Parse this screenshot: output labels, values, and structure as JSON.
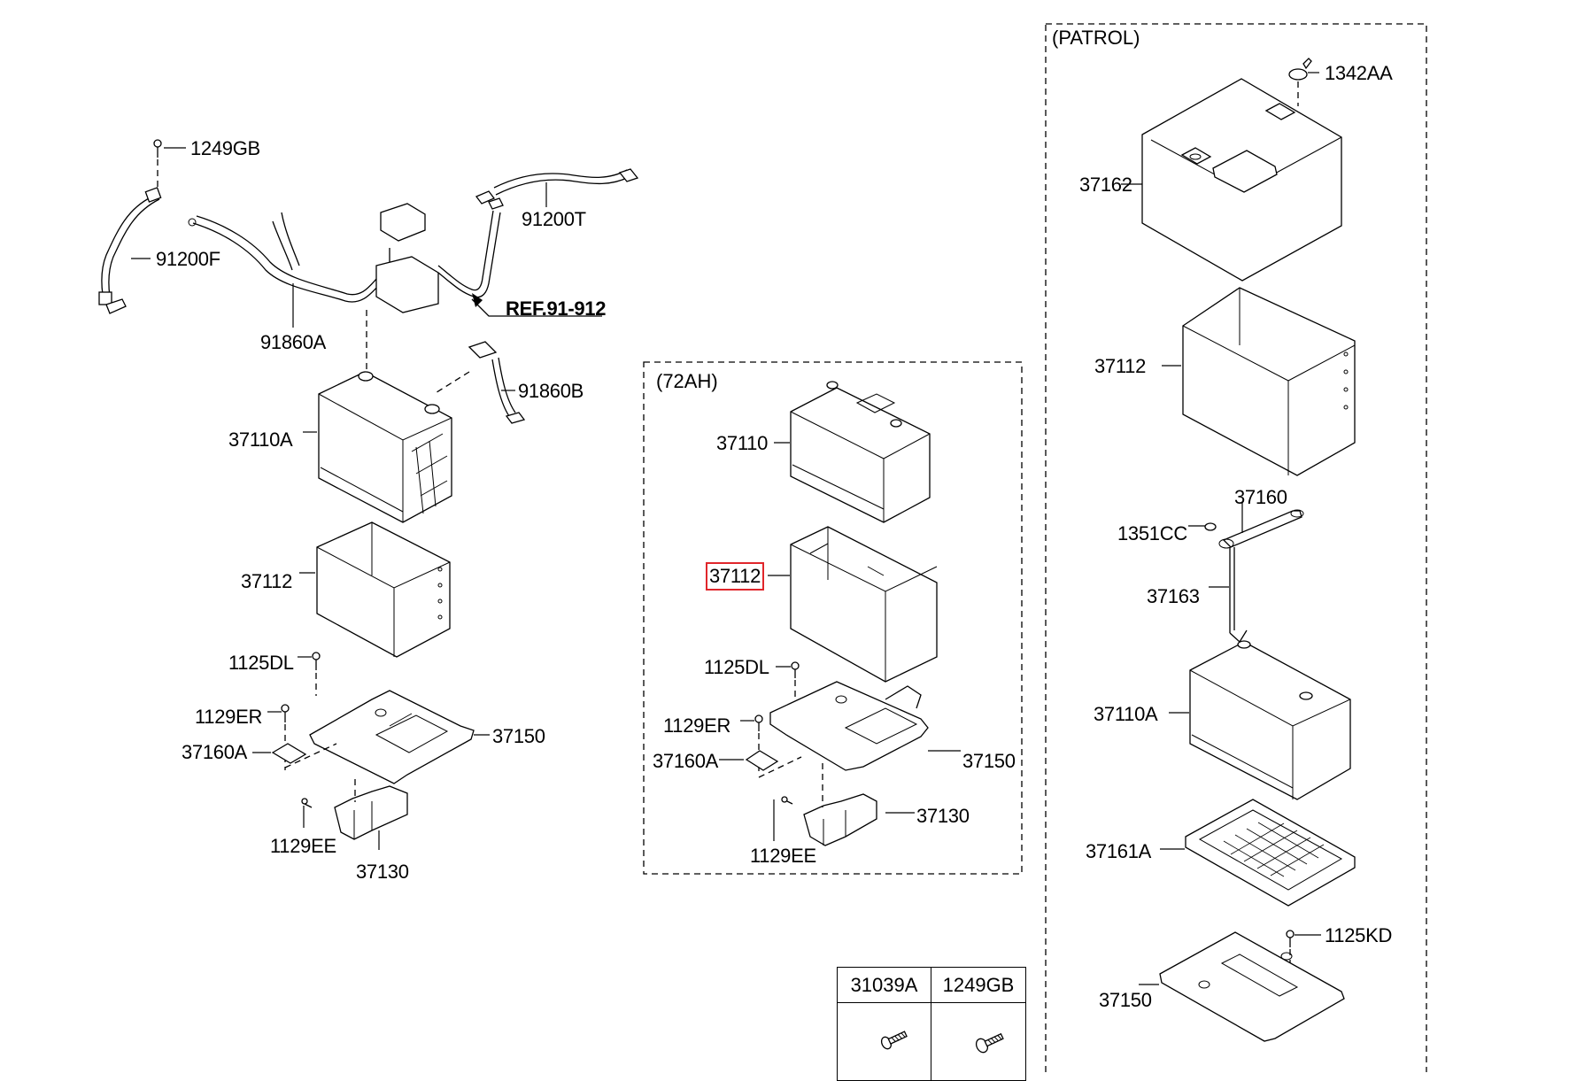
{
  "diagram": {
    "title": "Battery & Cable Assembly (exploded view)",
    "reference": "REF.91-912",
    "highlight_color": "#e0262b",
    "groups": [
      {
        "id": "main",
        "title": "",
        "labels": [
          {
            "code": "1249GB"
          },
          {
            "code": "91200F"
          },
          {
            "code": "91200T"
          },
          {
            "code": "91860A"
          },
          {
            "code": "REF.91-912"
          },
          {
            "code": "91860B"
          },
          {
            "code": "37110A"
          },
          {
            "code": "37112"
          },
          {
            "code": "1125DL"
          },
          {
            "code": "1129ER"
          },
          {
            "code": "37160A"
          },
          {
            "code": "37150"
          },
          {
            "code": "1129EE"
          },
          {
            "code": "37130"
          }
        ]
      },
      {
        "id": "72ah",
        "title": "(72AH)",
        "labels": [
          {
            "code": "37110"
          },
          {
            "code": "37112",
            "highlighted": true
          },
          {
            "code": "1125DL"
          },
          {
            "code": "1129ER"
          },
          {
            "code": "37160A"
          },
          {
            "code": "37150"
          },
          {
            "code": "37130"
          },
          {
            "code": "1129EE"
          }
        ]
      },
      {
        "id": "patrol",
        "title": "(PATROL)",
        "labels": [
          {
            "code": "1342AA"
          },
          {
            "code": "37162"
          },
          {
            "code": "37112"
          },
          {
            "code": "37160"
          },
          {
            "code": "1351CC"
          },
          {
            "code": "37163"
          },
          {
            "code": "37110A"
          },
          {
            "code": "37161A"
          },
          {
            "code": "1125KD"
          },
          {
            "code": "37150"
          }
        ]
      }
    ],
    "fastener_table": {
      "columns": [
        {
          "code": "31039A",
          "icon": "tapping-screw-icon"
        },
        {
          "code": "1249GB",
          "icon": "flange-bolt-icon"
        }
      ]
    }
  }
}
